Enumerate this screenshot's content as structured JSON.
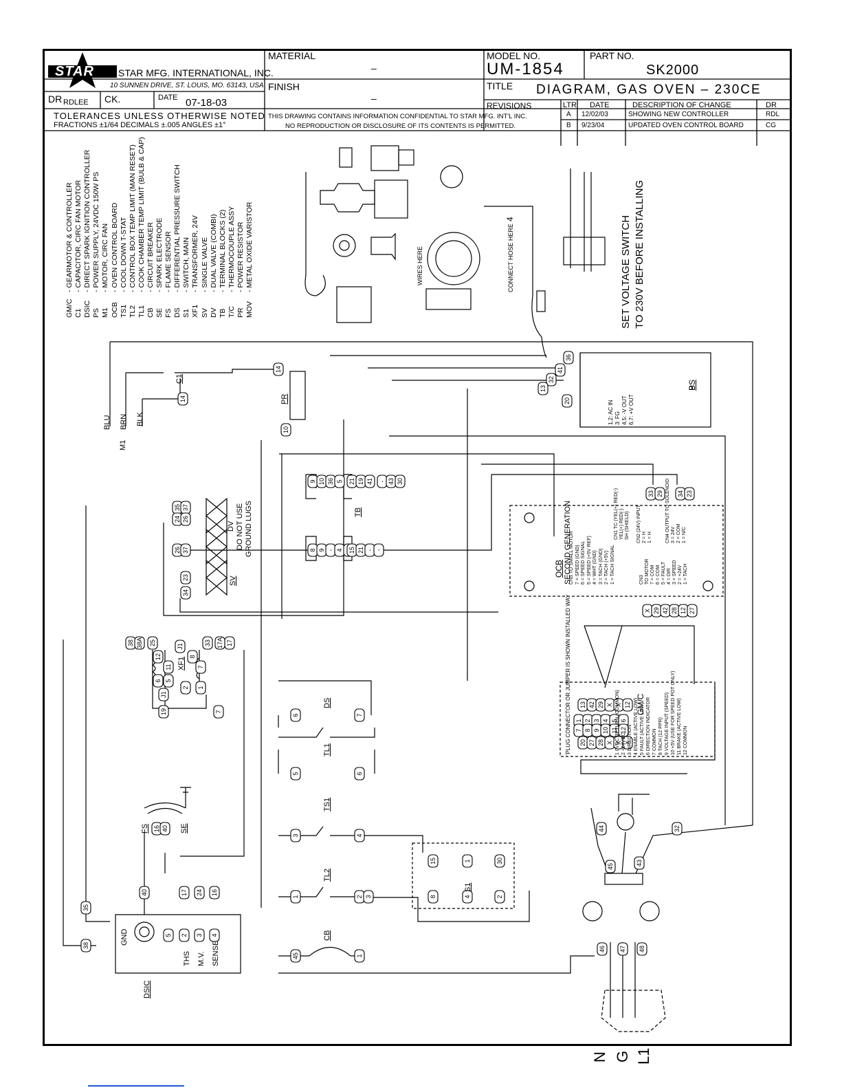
{
  "title_block": {
    "company": "STAR MFG. INTERNATIONAL, INC.",
    "logo_text": "STAR",
    "address": "10 SUNNEN DRIVE, ST. LOUIS, MO. 63143, USA",
    "dr_label": "DR",
    "dr_value": "RDLEE",
    "ck_label": "CK.",
    "date_label": "DATE",
    "date_value": "07-18-03",
    "tolerances_line1": "TOLERANCES UNLESS OTHERWISE NOTED",
    "tolerances_line2": "FRACTIONS ±1/64   DECIMALS ±.005   ANGLES ±1°",
    "material_label": "MATERIAL",
    "material_value": "–",
    "finish_label": "FINISH",
    "finish_value": "–",
    "confidential_line1": "THIS DRAWING CONTAINS INFORMATION CONFIDENTIAL TO STAR MFG. INT'L INC.",
    "confidential_line2": "NO REPRODUCTION OR DISCLOSURE OF ITS CONTENTS IS PERMITTED.",
    "model_label": "MODEL NO.",
    "model_value": "UM-1854",
    "part_label": "PART NO.",
    "part_value": "SK2000",
    "title_label": "TITLE",
    "title_value": "DIAGRAM, GAS OVEN – 230CE",
    "revisions_label": "REVISIONS",
    "rev_headers": [
      "LTR",
      "DATE",
      "DESCRIPTION OF CHANGE",
      "DR"
    ],
    "revisions": [
      {
        "ltr": "A",
        "date": "12/02/03",
        "desc": "SHOWING NEW CONTROLLER",
        "dr": "RDL"
      },
      {
        "ltr": "B",
        "date": "9/23/04",
        "desc": "UPDATED OVEN CONTROL BOARD",
        "dr": "CG"
      }
    ]
  },
  "legend": [
    {
      "code": "GM/C",
      "desc": "- GEARMOTOR & CONTROLLER"
    },
    {
      "code": "C1",
      "desc": "- CAPACITOR, CIRC FAN MOTOR"
    },
    {
      "code": "DSIC",
      "desc": "- DIRECT SPARK IGNITION CONTROLLER"
    },
    {
      "code": "PS",
      "desc": "- POWER SUPPLY, 24VDC 150W PS"
    },
    {
      "code": "M1",
      "desc": "- MOTOR, CIRC FAN"
    },
    {
      "code": "OCB",
      "desc": "- OVEN CONTROL BOARD"
    },
    {
      "code": "TS1",
      "desc": "- COOL DOWN T-STAT"
    },
    {
      "code": "TL2",
      "desc": "- CONTROL BOX TEMP LIMIT (MAN RESET)"
    },
    {
      "code": "TL1",
      "desc": "- COOK CHAMBER TEMP LIMIT (BULB & CAP)"
    },
    {
      "code": "CB",
      "desc": "- CIRCUIT BREAKER"
    },
    {
      "code": "SE",
      "desc": "- SPARK ELECTRODE"
    },
    {
      "code": "FS",
      "desc": "- FLAME SENSOR"
    },
    {
      "code": "DS",
      "desc": "- DIFFERENTIAL PRESSURE SWITCH"
    },
    {
      "code": "S1",
      "desc": "- SWITCH, MAIN"
    },
    {
      "code": "XF1",
      "desc": "- TRANSFORMER, 24V"
    },
    {
      "code": "SV",
      "desc": "- SINGLE VALVE"
    },
    {
      "code": "DV",
      "desc": "- DUAL VALVE (COMBI)"
    },
    {
      "code": "TB",
      "desc": "- TERMINAL BLOCKS (2)"
    },
    {
      "code": "T/C",
      "desc": "- THERMOCOUPLE ASSY"
    },
    {
      "code": "PR",
      "desc": "- POWER RESISTOR"
    },
    {
      "code": "MOV",
      "desc": "- METAL OXIDE VARISTOR"
    }
  ],
  "notes": {
    "voltage_line1": "SET VOLTAGE SWITCH",
    "voltage_line2": "TO 230V BEFORE INSTALLING",
    "dv_line1": "DV",
    "dv_line2": "DO NOT USE",
    "dv_line3": "GROUND LUGS",
    "wires_here": "WIRES HERE",
    "connect_hose": "CONNECT HOSE HERE",
    "dim_4": "4",
    "ocb_title": "OCB",
    "ocb_sub": "SECOND GENERATION",
    "ps_label": "PS",
    "ps_terms": [
      "1,2: AC IN",
      "3: FG",
      "4,5: -V OUT",
      "6,7: +V OUT"
    ],
    "gmc_label": "GM/C",
    "gmc_note": "'PLUG CONNECTOR OR JUMPER IS SHOWN INSTALLED WAY",
    "gmc_terms": [
      "1   0VDC RETURN (COMMON)",
      "2   +24VDC",
      "3   DIRECTION",
      "4   ENABLE (ACTIVE LOW)",
      "5   FAULT (ACTIVE LOW)",
      "6   DIRECTION INDICATOR",
      "7   COMMON",
      "8   TACH (12 PPR)",
      "9   VOLTAGE INPUT (SPEED)",
      "10  +5V (USE FOR SPEED POT ONLY)",
      "11  BRAKE (ACTIVE LOW)",
      "12  COMMON"
    ],
    "cn5_terms": [
      "CN5 TO SMALL MOTOR",
      "7 = SPEED (GND)",
      "6 = SPEED SIGNAL",
      "5 = SPEED (+5V REF)",
      "4 = WHT (GND)",
      "3 = TACH (GND)",
      "2 = TACH (+5V)",
      "1 = TACH SIGNAL"
    ],
    "cn3_terms": [
      "CN3",
      "TO MOTOR",
      "7 = COM",
      "6 = COM",
      "5 = FAULT",
      "4 = DIR",
      "3 = SPEED",
      "2 = +24V",
      "1 = TACH"
    ],
    "cn1_terms": [
      "CN1 TC (YEL(+) RED(-)",
      "YEL(+) RED(-)",
      "SH (SHIELD)"
    ],
    "cn2_terms": [
      "CN2 (24V) INPUT",
      "2 = H",
      "1 = H"
    ],
    "cn4_terms": [
      "CN4 OUTPUT TO SOLENOID",
      "3 = 24V",
      "2 = COM",
      "1 = N/C"
    ]
  },
  "component_labels": {
    "m1": "M1",
    "blu": "BLU",
    "brn": "BRN",
    "blk": "BLK",
    "c1": "C1",
    "pr": "PR",
    "tb": "TB",
    "sv": "SV",
    "xf1": "XF1",
    "ds": "DS",
    "tl1": "TL1",
    "ts1": "TS1",
    "tl2": "TL2",
    "s1": "S1",
    "cb": "CB",
    "fs": "FS",
    "se": "SE",
    "dsic": "DSIC",
    "gnd": "GND",
    "ths": "THS",
    "mv": "M.V.",
    "sense": "SENSE",
    "n": "N",
    "g": "G",
    "l1": "L1",
    "rev_b": "B"
  },
  "wire_numbers": {
    "tb_top": [
      "9",
      "10",
      "36",
      "5",
      "21",
      "19",
      "41",
      "-",
      "43",
      "30"
    ],
    "tb_bottom": [
      "8",
      "9",
      "-",
      "4",
      "-",
      "15",
      "21",
      "-",
      "-"
    ],
    "ps_terms": [
      "36",
      "41",
      "32",
      "13",
      "20"
    ],
    "ocb_top": [
      "33",
      "29",
      "34",
      "23"
    ],
    "ocb_bottom": [
      "X",
      "29",
      "42",
      "28",
      "12",
      "27"
    ],
    "gmc_top": [
      "13",
      "42",
      "29",
      "X",
      "X",
      "12"
    ],
    "gmc_bottom": [
      "20",
      "27",
      "28",
      "X",
      "X",
      "X"
    ],
    "gmc_rows": [
      "1",
      "2",
      "3",
      "4",
      "5",
      "6",
      "7",
      "8",
      "9",
      "10",
      "11",
      "12"
    ],
    "dv_wires": [
      "35",
      "37",
      "24",
      "26",
      "26",
      "37"
    ],
    "sv_wires": [
      "23",
      "34"
    ],
    "xf1_wires": [
      "38",
      "38A",
      "25",
      "33",
      "17A",
      "17"
    ],
    "xf1_pins": [
      "12",
      "11",
      "8",
      "7",
      "6",
      "5",
      "2",
      "1",
      "J1",
      "J1"
    ],
    "misc": [
      "14",
      "14",
      "10",
      "19",
      "7",
      "6",
      "7",
      "5",
      "6",
      "3",
      "4",
      "15",
      "30",
      "1",
      "2",
      "3",
      "8",
      "2",
      "45",
      "1",
      "40",
      "16",
      "40",
      "17",
      "24",
      "16",
      "35",
      "38",
      "44",
      "32",
      "45",
      "43",
      "46",
      "47",
      "48",
      "5",
      "2",
      "3",
      "4",
      "1",
      "4",
      "5"
    ]
  }
}
